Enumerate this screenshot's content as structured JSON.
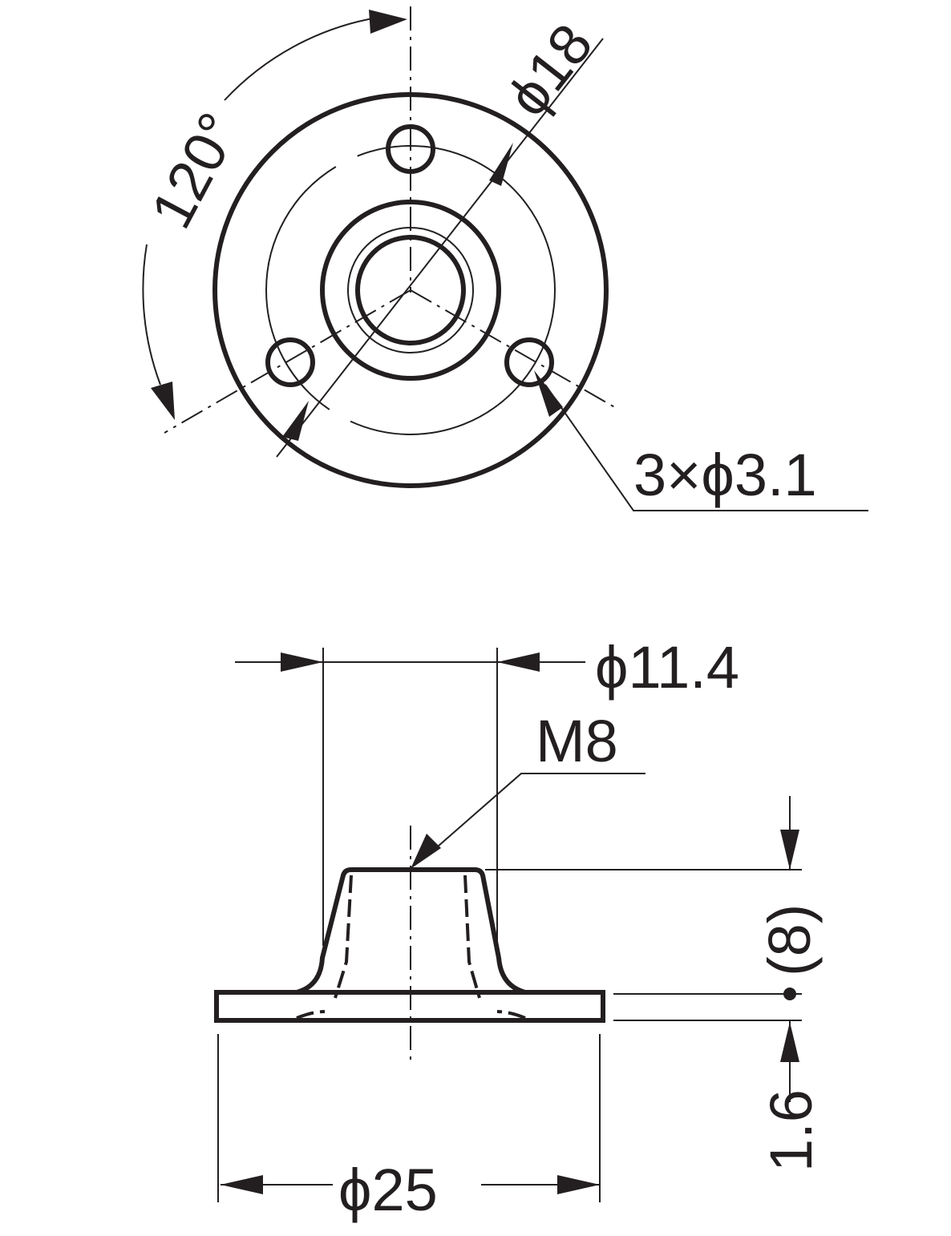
{
  "drawing": {
    "top_view": {
      "angle_label": "120°",
      "bolt_circle_label": "ϕ18",
      "holes_label": "3×ϕ3.1"
    },
    "side_view": {
      "boss_diameter_label": "ϕ11.4",
      "thread_label": "M8",
      "height_label": "(8)",
      "flange_thickness_label": "1.6",
      "flange_diameter_label": "ϕ25"
    }
  }
}
